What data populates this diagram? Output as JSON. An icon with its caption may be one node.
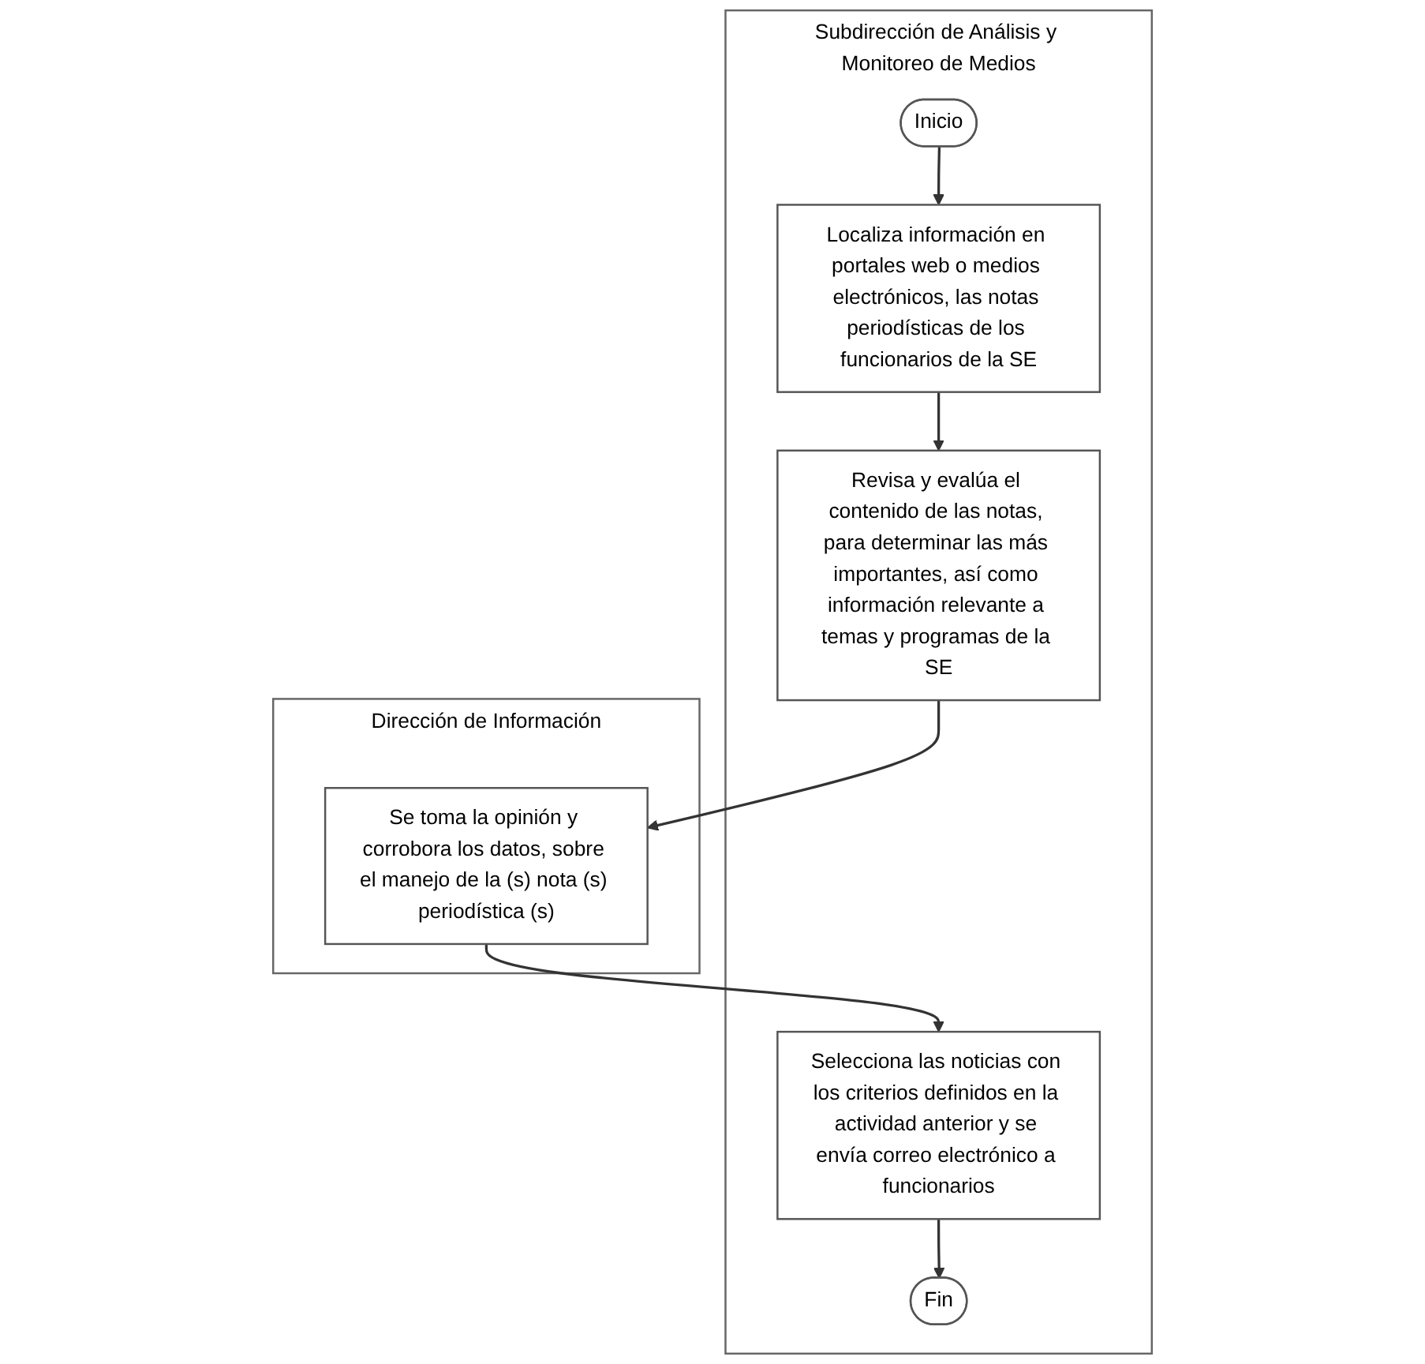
{
  "diagram": {
    "nodes": [
      {
        "text": [
          "Subdirección de Análisis y Monitoreo de Medios"
        ]
      },
      {
        "text": [
          "Dirección de Información"
        ]
      },
      {
        "text": [
          "Inicio"
        ],
        "in": 0
      },
      {
        "text": [
          "Localiza información en portales web o medios electrónicos, las notas periodísticas de los funcionarios de la SE"
        ],
        "in": 0
      },
      {
        "text": [
          "Revisa y evalúa el contenido de las notas, para determinar las más importantes, así como información relevante a temas y programas de la SE"
        ],
        "in": 0
      },
      {
        "text": [
          "Se toma la opinión y corrobora los datos, sobre el manejo de la (s) nota (s) periodística (s)"
        ],
        "in": 1
      },
      {
        "text": [
          "Selecciona las noticias con los criterios definidos en la actividad anterior y se envía correo electrónico a funcionarios"
        ],
        "in": 0
      },
      {
        "text": [
          "Fin"
        ],
        "in": 0
      }
    ],
    "edges": [
      {
        "from": 2,
        "to": 3,
        "arrow": "to"
      },
      {
        "from": 3,
        "to": 4,
        "arrow": "to"
      },
      {
        "from": 4,
        "to": 5,
        "arrow": "to"
      },
      {
        "from": 5,
        "to": 6,
        "arrow": "to"
      },
      {
        "from": 6,
        "to": 7,
        "arrow": "to"
      }
    ]
  }
}
